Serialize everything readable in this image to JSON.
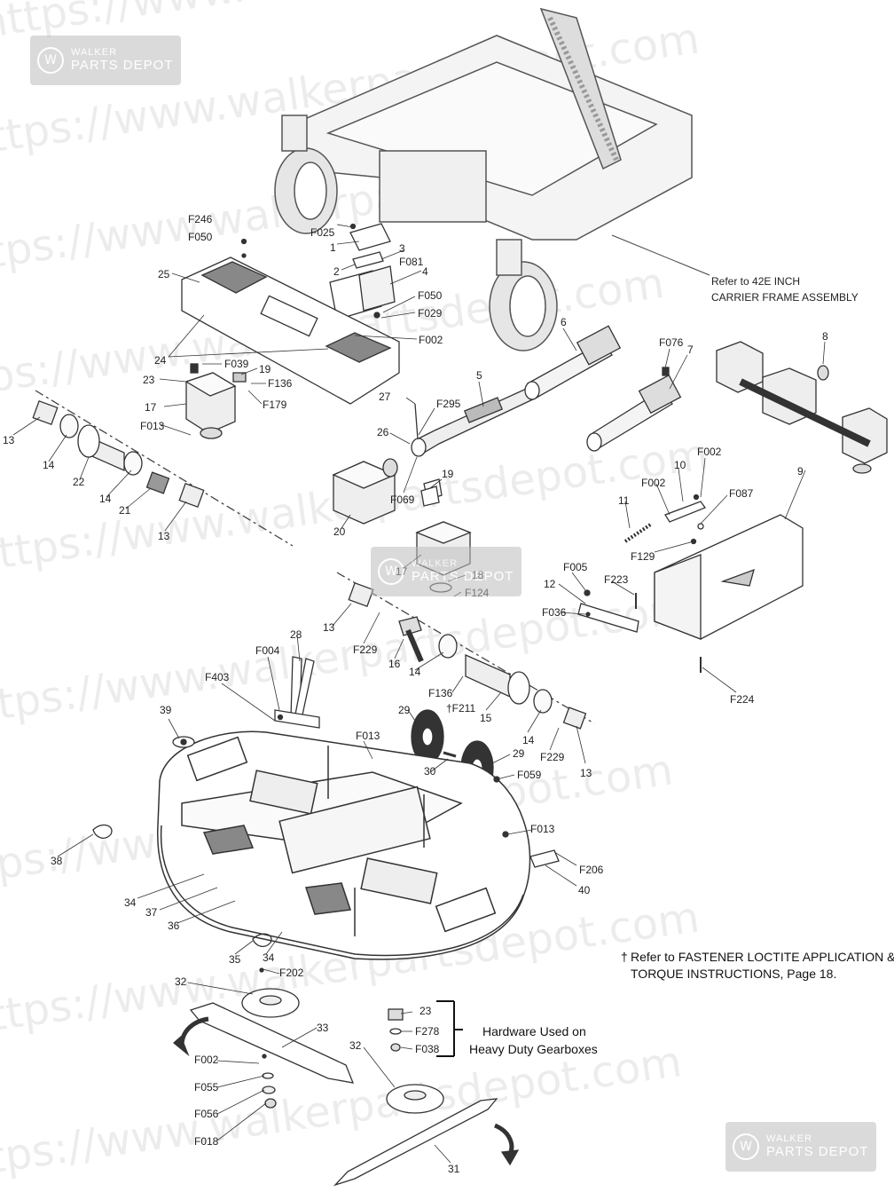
{
  "watermark": {
    "text_url": "https://www.walkerpartsdepot.com",
    "logo_line1": "WALKER",
    "logo_line2": "PARTS DEPOT",
    "logo_icon": "walker-w-icon"
  },
  "callouts": {
    "refer_carrier_l1": "Refer to 42E INCH",
    "refer_carrier_l2": "CARRIER FRAME ASSEMBLY",
    "dagger_l1": "Refer to FASTENER LOCTITE APPLICATION &",
    "dagger_l2": "TORQUE INSTRUCTIONS, Page 18.",
    "dagger_symbol": "†",
    "hardware_l1": "Hardware Used on",
    "hardware_l2": "Heavy Duty Gearboxes"
  },
  "parts": {
    "p1": "1",
    "p2": "2",
    "p3": "3",
    "p4": "4",
    "p5": "5",
    "p6": "6",
    "p7": "7",
    "p8": "8",
    "p9": "9",
    "p10": "10",
    "p11": "11",
    "p12": "12",
    "p13a": "13",
    "p13b": "13",
    "p13c": "13",
    "p13d": "13",
    "p14a": "14",
    "p14b": "14",
    "p14c": "14",
    "p14d": "14",
    "p15": "15",
    "p16": "16",
    "p17a": "17",
    "p17b": "17",
    "p18": "18",
    "p19a": "19",
    "p19b": "19",
    "p20": "20",
    "p21": "21",
    "p22": "22",
    "p23a": "23",
    "p23b": "23",
    "p24": "24",
    "p25": "25",
    "p26": "26",
    "p27": "27",
    "p28": "28",
    "p29a": "29",
    "p29b": "29",
    "p30": "30",
    "p31": "31",
    "p32a": "32",
    "p32b": "32",
    "p33": "33",
    "p34a": "34",
    "p34b": "34",
    "p35": "35",
    "p36": "36",
    "p37": "37",
    "p38": "38",
    "p39": "39",
    "p40": "40",
    "F246": "F246",
    "F050a": "F050",
    "F050b": "F050",
    "F025": "F025",
    "F081": "F081",
    "F029": "F029",
    "F002a": "F002",
    "F002b": "F002",
    "F002c": "F002",
    "F002d": "F002",
    "F039": "F039",
    "F136a": "F136",
    "F136b": "F136",
    "F179": "F179",
    "F013a": "F013",
    "F013b": "F013",
    "F013c": "F013",
    "F295": "F295",
    "F069": "F069",
    "F076": "F076",
    "F087": "F087",
    "F129": "F129",
    "F005": "F005",
    "F223": "F223",
    "F036": "F036",
    "F224": "F224",
    "F124": "F124",
    "F229a": "F229",
    "F229b": "F229",
    "F004": "F004",
    "F403": "F403",
    "F211": "†F211",
    "F059": "F059",
    "F206": "F206",
    "F202": "F202",
    "F055": "F055",
    "F056": "F056",
    "F018": "F018",
    "F278": "F278",
    "F038": "F038"
  }
}
